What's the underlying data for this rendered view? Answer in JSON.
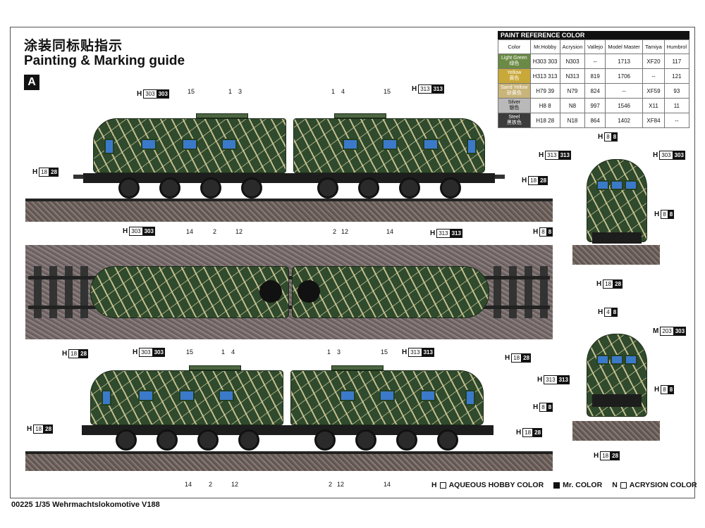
{
  "header": {
    "title_cn": "涂装同标贴指示",
    "title_en": "Painting & Marking guide",
    "scheme_letter": "A"
  },
  "paint_table": {
    "caption": "PAINT REFERENCE COLOR",
    "columns": [
      "Color",
      "Mr.Hobby",
      "Acrysion",
      "Vallejo",
      "Model Master",
      "Tamiya",
      "Humbrol"
    ],
    "rows": [
      {
        "color": "Light Green",
        "color_cn": "绿色",
        "swatch": "#6b8a45",
        "mrhobby": "H303 303",
        "acrysion": "N303",
        "vallejo": "--",
        "model_master": "1713",
        "tamiya": "XF20",
        "humbrol": "117"
      },
      {
        "color": "Yellow",
        "color_cn": "黄色",
        "swatch": "#c9a83a",
        "mrhobby": "H313 313",
        "acrysion": "N313",
        "vallejo": "819",
        "model_master": "1706",
        "tamiya": "--",
        "humbrol": "121"
      },
      {
        "color": "Sand Yellow",
        "color_cn": "砂黄色",
        "swatch": "#c9b47a",
        "mrhobby": "H79 39",
        "acrysion": "N79",
        "vallejo": "824",
        "model_master": "--",
        "tamiya": "XF59",
        "humbrol": "93"
      },
      {
        "color": "Silver",
        "color_cn": "银色",
        "swatch": "#b9b9b9",
        "mrhobby": "H8 8",
        "acrysion": "N8",
        "vallejo": "997",
        "model_master": "1546",
        "tamiya": "X11",
        "humbrol": "11"
      },
      {
        "color": "Steel",
        "color_cn": "黑铁色",
        "swatch": "#3c3c3c",
        "mrhobby": "H18 28",
        "acrysion": "N18",
        "vallejo": "864",
        "model_master": "1402",
        "tamiya": "XF84",
        "humbrol": "--"
      }
    ]
  },
  "tags": {
    "h303": {
      "pre": "H",
      "lite": "303",
      "dark": "303"
    },
    "h313": {
      "pre": "H",
      "lite": "313",
      "dark": "313"
    },
    "h18": {
      "pre": "H",
      "lite": "18",
      "dark": "28"
    },
    "h8": {
      "pre": "H",
      "lite": "8",
      "dark": "8"
    },
    "h4": {
      "pre": "H",
      "lite": "4",
      "dark": "8"
    },
    "h18b": {
      "pre": "H",
      "lite": "18",
      "dark": "28"
    },
    "m303": {
      "pre": "M",
      "lite": "203",
      "dark": "303"
    }
  },
  "part_numbers": {
    "n1": "1",
    "n2": "2",
    "n3": "3",
    "n4": "4",
    "n12": "12",
    "n14": "14",
    "n15": "15"
  },
  "legend": {
    "aqueous": "AQUEOUS HOBBY COLOR",
    "mr_color": "Mr. COLOR",
    "acrysion": "ACRYSION COLOR"
  },
  "footer": "00225 1/35 Wehrmachtslokomotive V188"
}
